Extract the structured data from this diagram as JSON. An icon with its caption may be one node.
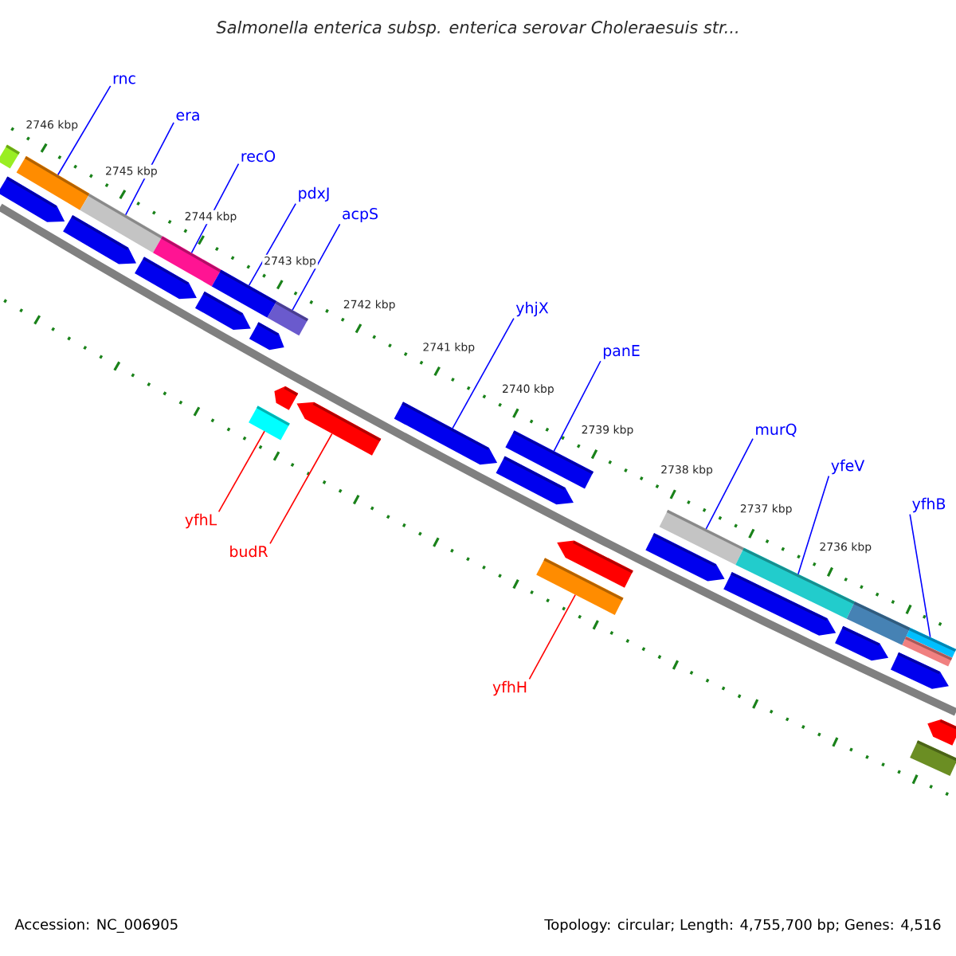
{
  "diagram": {
    "title": "Salmonella enterica subsp. enterica serovar Choleraesuis str...",
    "nodes": [
      {
        "text": [
          "rnc"
        ]
      },
      {
        "text": [
          "era"
        ]
      },
      {
        "text": [
          "recO"
        ]
      },
      {
        "text": [
          "pdxJ"
        ]
      },
      {
        "text": [
          "acpS"
        ]
      },
      {
        "text": [
          "yhjX"
        ]
      },
      {
        "text": [
          "panE"
        ]
      },
      {
        "text": [
          "murQ"
        ]
      },
      {
        "text": [
          "yfeV"
        ]
      },
      {
        "text": [
          "yfhB"
        ]
      },
      {
        "text": [
          "yfhL"
        ]
      },
      {
        "text": [
          "budR"
        ]
      },
      {
        "text": [
          "yfhH"
        ]
      },
      {
        "text": [],
        "shape": "box"
      },
      {
        "text": [],
        "shape": "box"
      },
      {
        "text": [],
        "shape": "box"
      },
      {
        "text": [],
        "shape": "box"
      },
      {
        "text": [],
        "shape": "box"
      },
      {
        "text": [],
        "shape": "box"
      },
      {
        "text": [],
        "shape": "box"
      },
      {
        "text": [],
        "shape": "box"
      },
      {
        "text": [],
        "shape": "box"
      },
      {
        "text": [],
        "shape": "box"
      },
      {
        "text": [],
        "shape": "box"
      },
      {
        "text": [],
        "shape": "box"
      },
      {
        "text": [],
        "shape": "box"
      },
      {
        "text": [],
        "shape": "box"
      },
      {
        "text": [],
        "shape": "box"
      },
      {
        "text": [],
        "shape": "box"
      },
      {
        "text": [],
        "shape": "box"
      },
      {
        "text": [],
        "shape": "box"
      },
      {
        "text": [],
        "shape": "box"
      },
      {
        "text": [],
        "shape": "box"
      },
      {
        "text": [],
        "shape": "box"
      },
      {
        "text": [],
        "shape": "box"
      },
      {
        "text": [],
        "shape": "box"
      },
      {
        "text": [],
        "shape": "box"
      },
      {
        "text": [],
        "shape": "box"
      },
      {
        "text": [],
        "shape": "box"
      },
      {
        "text": [],
        "shape": "box"
      },
      {
        "text": [],
        "shape": "box"
      },
      {
        "text": [],
        "shape": "box"
      },
      {
        "text": [],
        "shape": "box"
      }
    ],
    "edges": [
      {
        "from": 0,
        "to": 15,
        "arrow": "none"
      },
      {
        "from": 1,
        "to": 17,
        "arrow": "none"
      },
      {
        "from": 2,
        "to": 19,
        "arrow": "none"
      },
      {
        "from": 3,
        "to": 21,
        "arrow": "none"
      },
      {
        "from": 4,
        "to": 23,
        "arrow": "none"
      },
      {
        "from": 5,
        "to": 27,
        "arrow": "none"
      },
      {
        "from": 6,
        "to": 28,
        "arrow": "none"
      },
      {
        "from": 7,
        "to": 33,
        "arrow": "none"
      },
      {
        "from": 8,
        "to": 35,
        "arrow": "none"
      },
      {
        "from": 9,
        "to": 38,
        "arrow": "none"
      },
      {
        "from": 10,
        "to": 24,
        "arrow": "none",
        "color": "#ff0000"
      },
      {
        "from": 11,
        "to": 26,
        "arrow": "none",
        "color": "#ff0000"
      },
      {
        "from": 12,
        "to": 30,
        "arrow": "none",
        "color": "#ff0000"
      }
    ],
    "labels": [
      "2746 kbp",
      "2745 kbp",
      "2744 kbp",
      "2743 kbp",
      "2742 kbp",
      "2741 kbp",
      "2740 kbp",
      "2739 kbp",
      "2738 kbp",
      "2737 kbp",
      "2736 kbp",
      "Accession: NC_006905",
      "Topology: circular; Length: 4,755,700 bp; Genes: 4,516"
    ]
  }
}
